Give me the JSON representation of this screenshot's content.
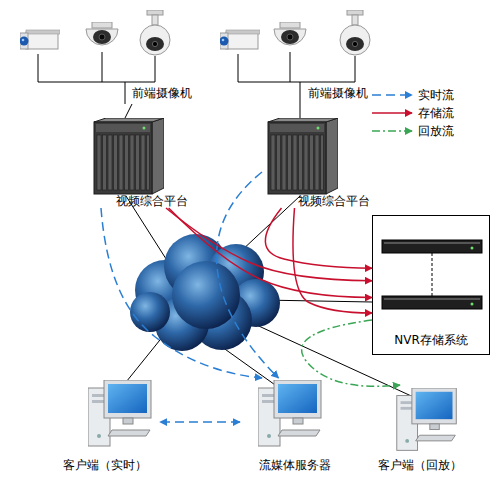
{
  "diagram": {
    "nodes": [
      {
        "text": [
          "前端摄像机"
        ]
      },
      {
        "text": [
          "前端摄像机"
        ]
      },
      {
        "text": [
          "视频综合平台"
        ]
      },
      {
        "text": [
          "视频综合平台"
        ]
      },
      {
        "text": [
          "NVR存储系统"
        ]
      },
      {
        "text": [
          "客户端（实时）"
        ]
      },
      {
        "text": [
          "流媒体服务器"
        ]
      },
      {
        "text": [
          "客户端（回放）"
        ]
      }
    ],
    "edges": [
      {
        "from": 0,
        "to": 2,
        "arrow": "none"
      },
      {
        "from": 1,
        "to": 3,
        "arrow": "none"
      },
      {
        "from": 2,
        "to": 6,
        "arrow": "to"
      },
      {
        "from": 3,
        "to": 6,
        "arrow": "to"
      },
      {
        "from": 6,
        "to": 5,
        "arrow": "both"
      },
      {
        "from": 2,
        "to": 4,
        "arrow": "to"
      },
      {
        "from": 2,
        "to": 4,
        "arrow": "to"
      },
      {
        "from": 3,
        "to": 4,
        "arrow": "to"
      },
      {
        "from": 3,
        "to": 4,
        "arrow": "to"
      },
      {
        "from": 4,
        "to": 7,
        "arrow": "to"
      }
    ],
    "legend": [
      {
        "text": "实时流"
      },
      {
        "text": "存储流"
      },
      {
        "text": "回放流"
      }
    ]
  }
}
